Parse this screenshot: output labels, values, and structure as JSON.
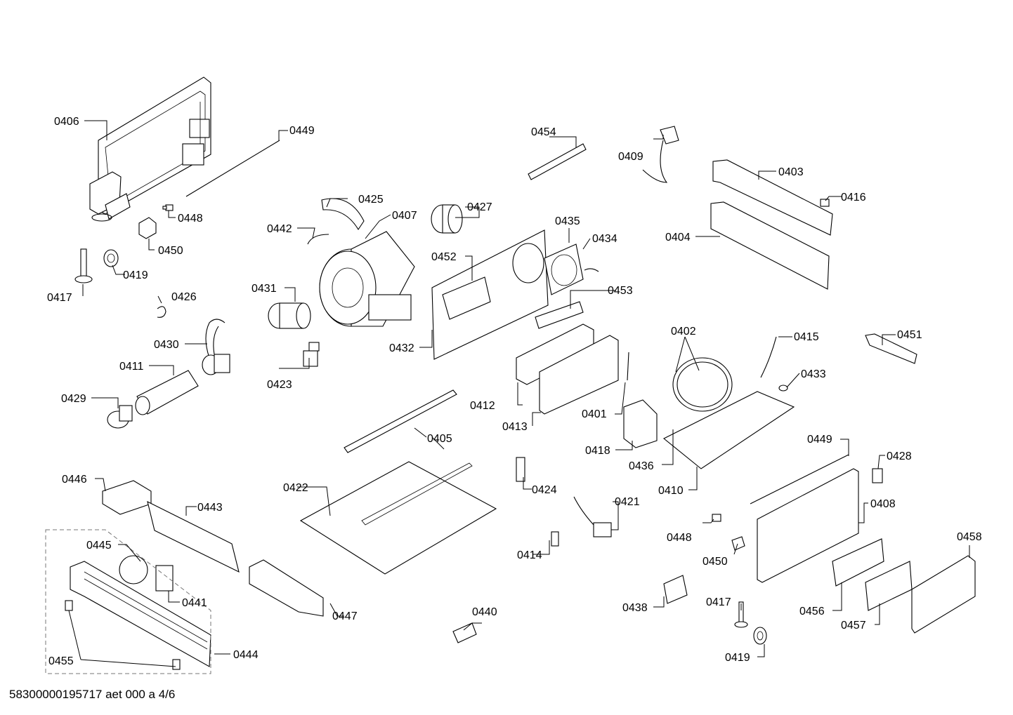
{
  "diagram": {
    "document_id": "58300000195717 aet 000 a 4/6",
    "callouts": {
      "c0401": "0401",
      "c0402": "0402",
      "c0403": "0403",
      "c0404": "0404",
      "c0405": "0405",
      "c0406": "0406",
      "c0407": "0407",
      "c0408": "0408",
      "c0409": "0409",
      "c0410": "0410",
      "c0411": "0411",
      "c0412": "0412",
      "c0413": "0413",
      "c0414": "0414",
      "c0415": "0415",
      "c0416": "0416",
      "c0417a": "0417",
      "c0417b": "0417",
      "c0418": "0418",
      "c0419a": "0419",
      "c0419b": "0419",
      "c0421": "0421",
      "c0422": "0422",
      "c0423": "0423",
      "c0424": "0424",
      "c0425": "0425",
      "c0426": "0426",
      "c0427": "0427",
      "c0428": "0428",
      "c0429": "0429",
      "c0430": "0430",
      "c0431": "0431",
      "c0432": "0432",
      "c0433": "0433",
      "c0434": "0434",
      "c0435": "0435",
      "c0436": "0436",
      "c0438": "0438",
      "c0440": "0440",
      "c0441": "0441",
      "c0442": "0442",
      "c0443": "0443",
      "c0444": "0444",
      "c0445": "0445",
      "c0446": "0446",
      "c0447": "0447",
      "c0448a": "0448",
      "c0448b": "0448",
      "c0449a": "0449",
      "c0449b": "0449",
      "c0450a": "0450",
      "c0450b": "0450",
      "c0451": "0451",
      "c0452": "0452",
      "c0453": "0453",
      "c0454": "0454",
      "c0455": "0455",
      "c0456": "0456",
      "c0457": "0457",
      "c0458": "0458"
    }
  }
}
